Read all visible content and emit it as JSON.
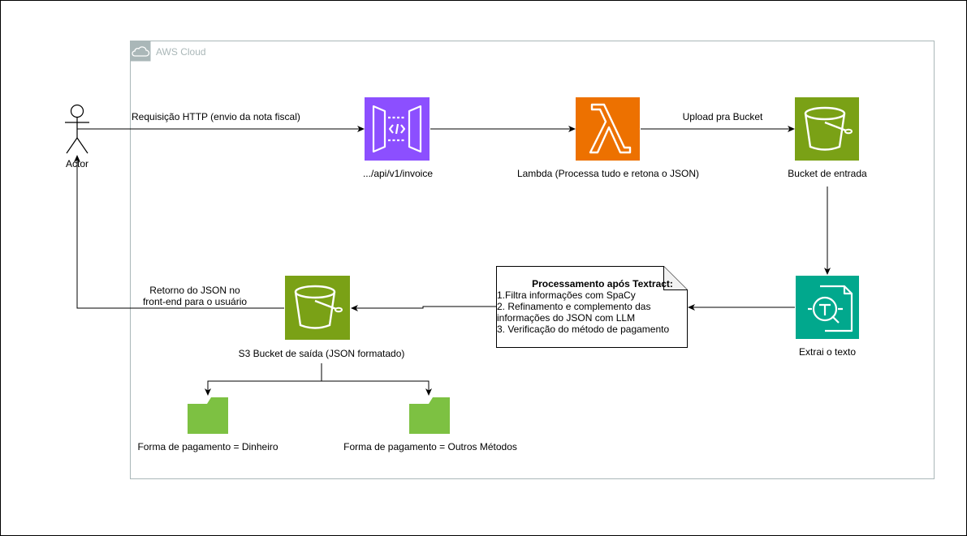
{
  "group": {
    "title": "AWS Cloud",
    "icon": "cloud-icon"
  },
  "actor": {
    "label": "Actor"
  },
  "edges": {
    "request": "Requisição HTTP (envio da nota fiscal)",
    "upload": "Upload pra Bucket",
    "return_line1": "Retorno do JSON no",
    "return_line2": "front-end para o usuário"
  },
  "nodes": {
    "api": {
      "label": ".../api/v1/invoice",
      "icon": "api-gateway-icon",
      "color": "#8c4fff"
    },
    "lambda": {
      "label": "Lambda (Processa tudo e retona o JSON)",
      "icon": "lambda-icon",
      "color": "#ed7100"
    },
    "bucket_in": {
      "label": "Bucket de entrada",
      "icon": "s3-bucket-icon",
      "color": "#7aa116"
    },
    "textract": {
      "label": "Extrai o texto",
      "icon": "textract-icon",
      "color": "#01a88d"
    },
    "bucket_out": {
      "label": "S3 Bucket de saída (JSON formatado)",
      "icon": "s3-bucket-icon",
      "color": "#7aa116"
    },
    "folder_cash": {
      "label": "Forma de pagamento = Dinheiro",
      "icon": "folder-icon",
      "color": "#7dc142"
    },
    "folder_other": {
      "label": "Forma de pagamento = Outros Métodos",
      "icon": "folder-icon",
      "color": "#7dc142"
    }
  },
  "note": {
    "title": "Processamento após Textract:",
    "lines": [
      "1.Filtra informações com SpaCy",
      "2. Refinamento e complemento das",
      "informações do JSON com LLM",
      "3. Verificação do método de pagamento"
    ]
  }
}
